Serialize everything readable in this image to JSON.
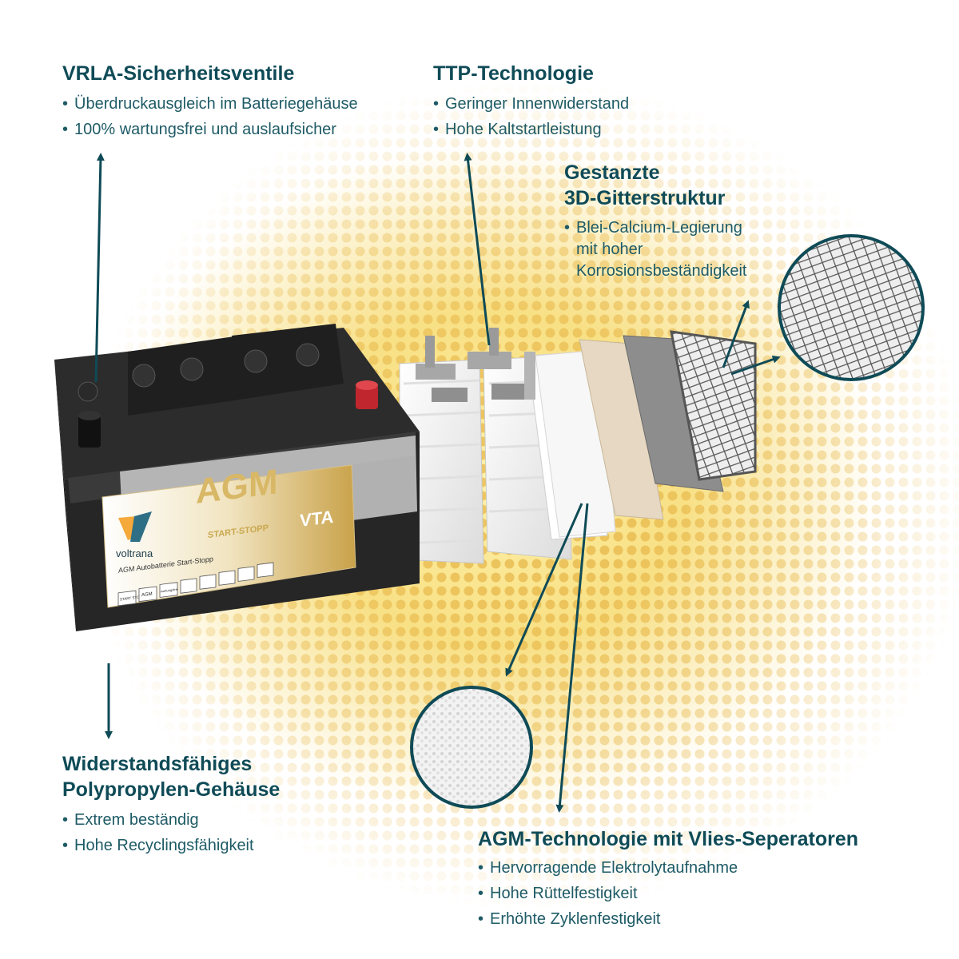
{
  "colors": {
    "text": "#0f4b57",
    "bullet_text": "#1e5b66",
    "accent": "#f2c94c",
    "gold": "#d4a94a",
    "pole": "#c0262e"
  },
  "blocks": {
    "vrla": {
      "title": "VRLA-Sicherheitsventile",
      "items": [
        "Überdruckausgleich im Batteriegehäuse",
        "100% wartungsfrei und auslaufsicher"
      ]
    },
    "ttp": {
      "title": "TTP-Technologie",
      "items": [
        "Geringer Innenwiderstand",
        "Hohe Kaltstartleistung"
      ]
    },
    "grid": {
      "title_line1": "Gestanzte",
      "title_line2": "3D-Gitterstruktur",
      "item_line1": "Blei-Calcium-Legierung",
      "item_line2": "mit hoher",
      "item_line3": "Korrosionsbeständigkeit"
    },
    "housing": {
      "title_line1": "Widerstandsfähiges",
      "title_line2": "Polypropylen-Gehäuse",
      "items": [
        "Extrem beständig",
        "Hohe Recyclingsfähigkeit"
      ]
    },
    "agm": {
      "title": "AGM-Technologie mit Vlies-Seperatoren",
      "items": [
        "Hervorragende Elektrolytaufnahme",
        "Hohe Rüttelfestigkeit",
        "Erhöhte Zyklenfestigkeit"
      ]
    }
  },
  "battery_label": {
    "brand": "voltrana",
    "big_text": "AGM",
    "sub_text": "START-STOPP",
    "model": "VTA",
    "description": "AGM Autobatterie Start-Stopp",
    "icons": [
      "START STOPP",
      "AGM",
      "wartungsfrei"
    ]
  },
  "bullet": "•"
}
